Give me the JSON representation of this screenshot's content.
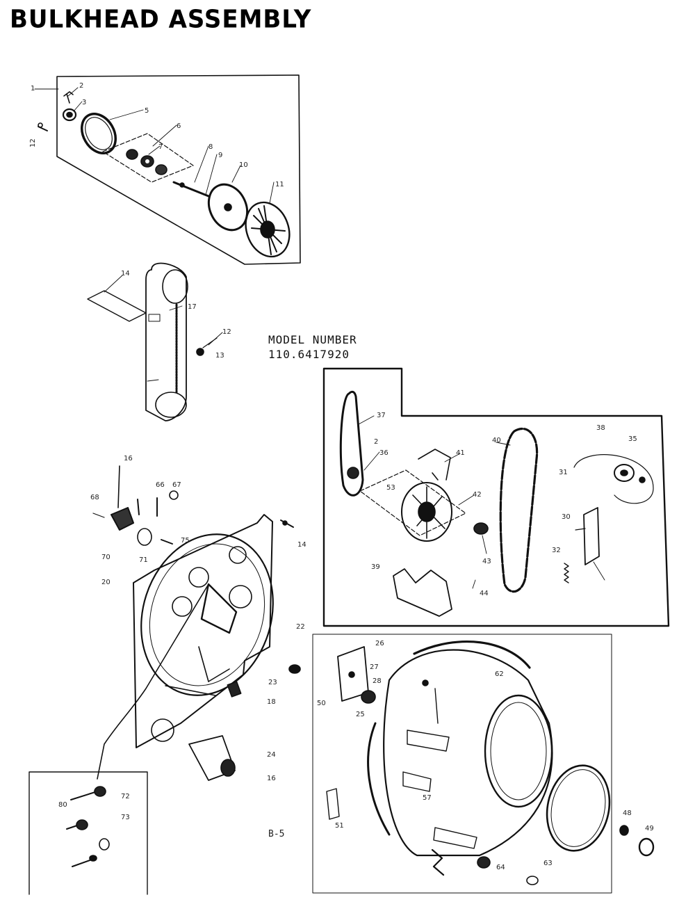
{
  "title": "BULKHEAD ASSEMBLY",
  "model": {
    "label": "MODEL NUMBER",
    "number": "110.6417920"
  },
  "page_number": "B-5",
  "callouts": [
    {
      "id": "c1",
      "text": "1"
    },
    {
      "id": "c2",
      "text": "2"
    },
    {
      "id": "c3",
      "text": "3"
    },
    {
      "id": "c5",
      "text": "5"
    },
    {
      "id": "c6",
      "text": "6"
    },
    {
      "id": "c7",
      "text": "7"
    },
    {
      "id": "c8",
      "text": "8"
    },
    {
      "id": "c9",
      "text": "9"
    },
    {
      "id": "c10",
      "text": "10"
    },
    {
      "id": "c11",
      "text": "11"
    },
    {
      "id": "c12a",
      "text": "12"
    },
    {
      "id": "c14",
      "text": "14"
    },
    {
      "id": "c17",
      "text": "17"
    },
    {
      "id": "c12b",
      "text": "12"
    },
    {
      "id": "c13",
      "text": "13"
    },
    {
      "id": "c37",
      "text": "37"
    },
    {
      "id": "c2b",
      "text": "2"
    },
    {
      "id": "c36",
      "text": "36"
    },
    {
      "id": "c41",
      "text": "41"
    },
    {
      "id": "c40",
      "text": "40"
    },
    {
      "id": "c38",
      "text": "38"
    },
    {
      "id": "c35",
      "text": "35"
    },
    {
      "id": "c53",
      "text": "53"
    },
    {
      "id": "c42",
      "text": "42"
    },
    {
      "id": "c31",
      "text": "31"
    },
    {
      "id": "c30",
      "text": "30"
    },
    {
      "id": "c32",
      "text": "32"
    },
    {
      "id": "c39",
      "text": "39"
    },
    {
      "id": "c43",
      "text": "43"
    },
    {
      "id": "c44",
      "text": "44"
    },
    {
      "id": "c16",
      "text": "16"
    },
    {
      "id": "c66",
      "text": "66"
    },
    {
      "id": "c67",
      "text": "67"
    },
    {
      "id": "c68",
      "text": "68"
    },
    {
      "id": "c70",
      "text": "70"
    },
    {
      "id": "c71",
      "text": "71"
    },
    {
      "id": "c75",
      "text": "75"
    },
    {
      "id": "c14b",
      "text": "14"
    },
    {
      "id": "c20",
      "text": "20"
    },
    {
      "id": "c22",
      "text": "22"
    },
    {
      "id": "c26",
      "text": "26"
    },
    {
      "id": "c27",
      "text": "27"
    },
    {
      "id": "c28",
      "text": "28"
    },
    {
      "id": "c23",
      "text": "23"
    },
    {
      "id": "c25",
      "text": "25"
    },
    {
      "id": "c50",
      "text": "50"
    },
    {
      "id": "c18",
      "text": "18"
    },
    {
      "id": "c62",
      "text": "62"
    },
    {
      "id": "c24",
      "text": "24"
    },
    {
      "id": "c16b",
      "text": "16"
    },
    {
      "id": "c57",
      "text": "57"
    },
    {
      "id": "c51",
      "text": "51"
    },
    {
      "id": "c49",
      "text": "49"
    },
    {
      "id": "c48",
      "text": "48"
    },
    {
      "id": "c63",
      "text": "63"
    },
    {
      "id": "c64",
      "text": "64"
    },
    {
      "id": "c72",
      "text": "72"
    },
    {
      "id": "c73",
      "text": "73"
    },
    {
      "id": "c80",
      "text": "80"
    }
  ],
  "colors": {
    "ink": "#111111",
    "background": "#ffffff"
  }
}
